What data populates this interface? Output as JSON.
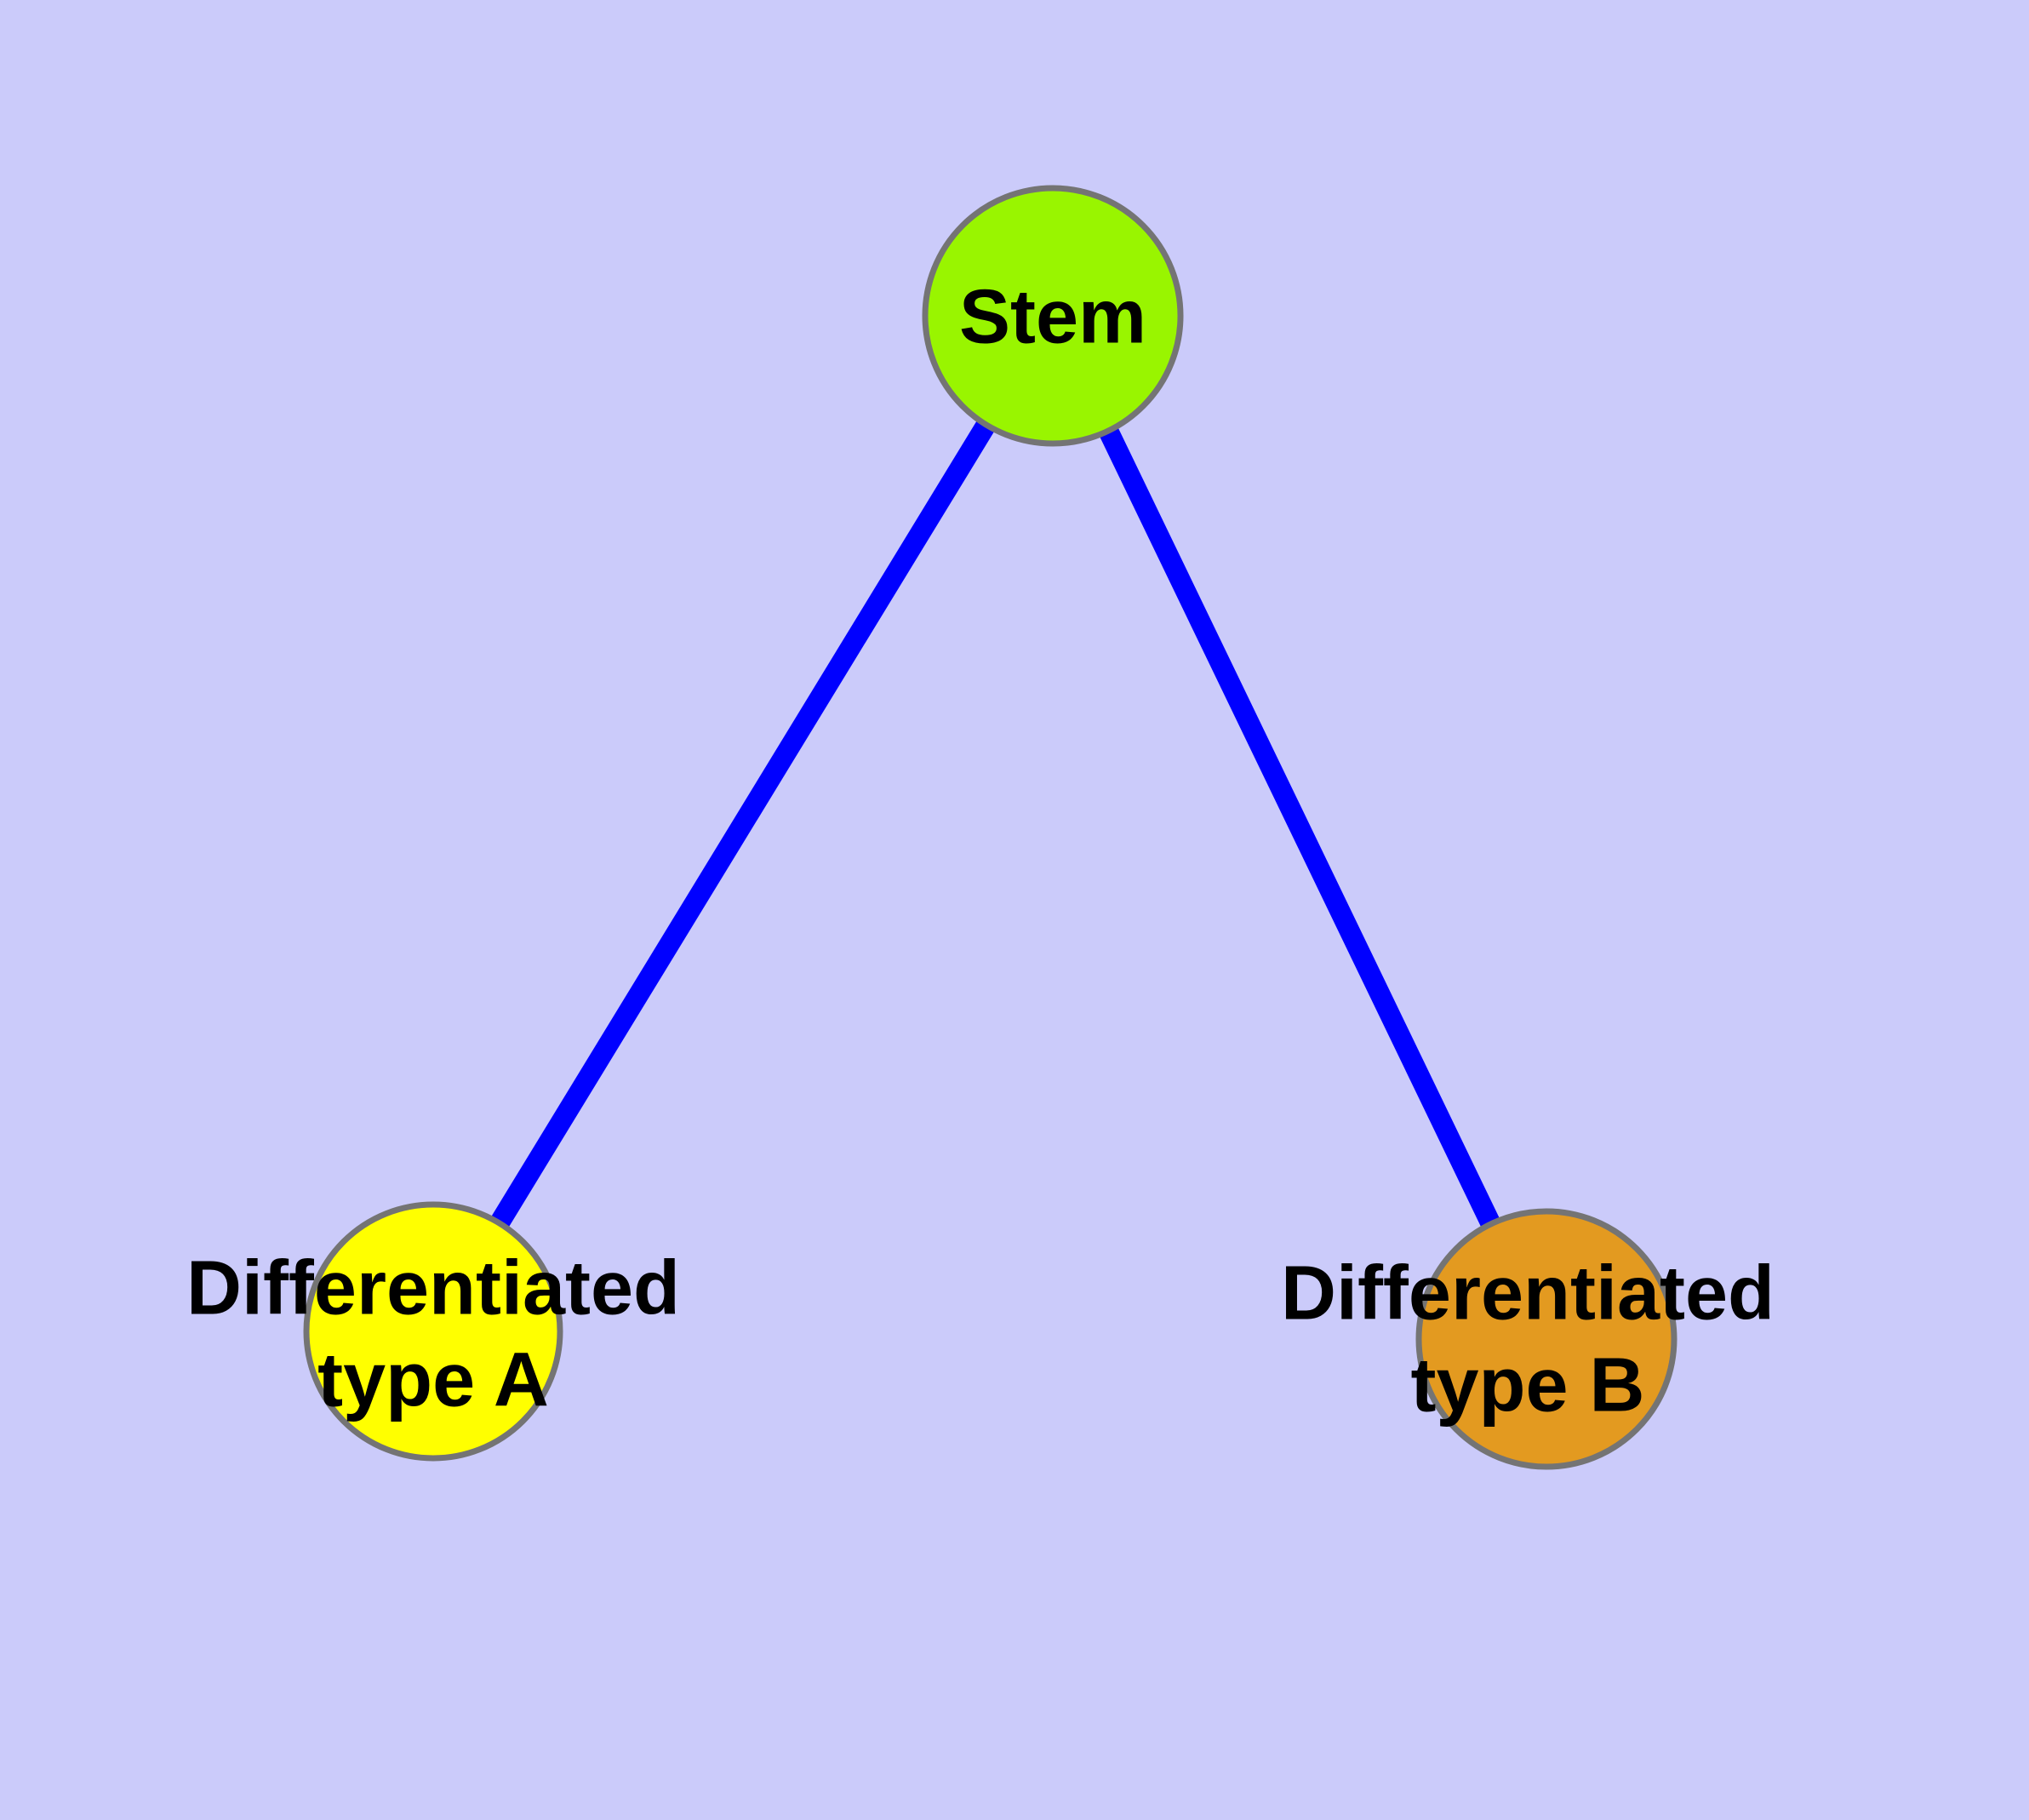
{
  "diagram": {
    "type": "node-link-graph",
    "background_color": "#CBCBFA",
    "edge_color": "#0000FF",
    "edge_width": 24,
    "node_border_color": "#747474",
    "node_border_width": 7,
    "label_color": "#000000",
    "nodes": [
      {
        "id": "stem",
        "label": "Stem",
        "label_line1": "Stem",
        "label_line2": "",
        "fill": "#99F500"
      },
      {
        "id": "type-a",
        "label": "Differentiated type A",
        "label_line1": "Differentiated",
        "label_line2": "type A",
        "fill": "#FFFF00"
      },
      {
        "id": "type-b",
        "label": "Differentiated type B",
        "label_line1": "Differentiated",
        "label_line2": "type B",
        "fill": "#E39A20"
      }
    ],
    "edges": [
      {
        "from": "stem",
        "to": "type-a"
      },
      {
        "from": "stem",
        "to": "type-b"
      }
    ]
  }
}
